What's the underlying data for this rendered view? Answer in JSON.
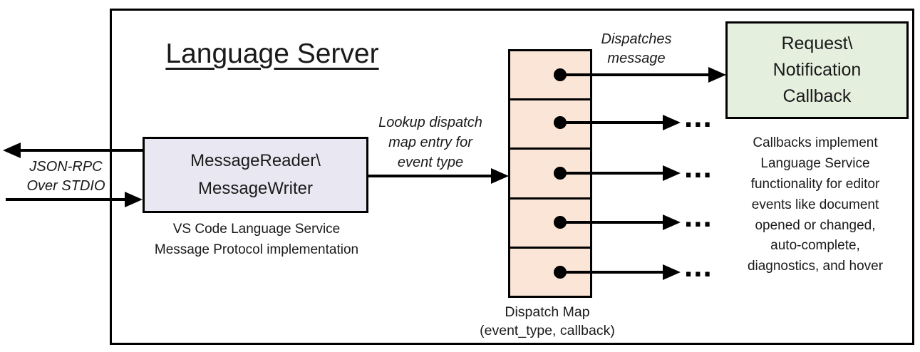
{
  "diagram": {
    "title": "Language Server",
    "stdio_label": "JSON-RPC\nOver STDIO",
    "reader_box_label": "MessageReader\\\nMessageWriter",
    "reader_caption": "VS Code Language Service\nMessage Protocol implementation",
    "lookup_label": "Lookup dispatch\nmap entry for\nevent type",
    "dispatches_label": "Dispatches\nmessage",
    "callback_box_label": "Request\\\nNotification\nCallback",
    "callbacks_note": "Callbacks implement\nLanguage Service\nfunctionality for editor\nevents like document\nopened or changed,\nauto-complete,\ndiagnostics, and hover",
    "dispatch_map_caption": "Dispatch Map\n(event_type, callback)",
    "ellipsis": "...",
    "dispatch_map_rows": 5
  },
  "colors": {
    "stroke": "#000000",
    "reader_box_fill": "#E9E7F1",
    "dispatch_map_fill": "#FBE5D6",
    "callback_box_fill": "#E5EFDE",
    "background": "#FFFFFF"
  }
}
